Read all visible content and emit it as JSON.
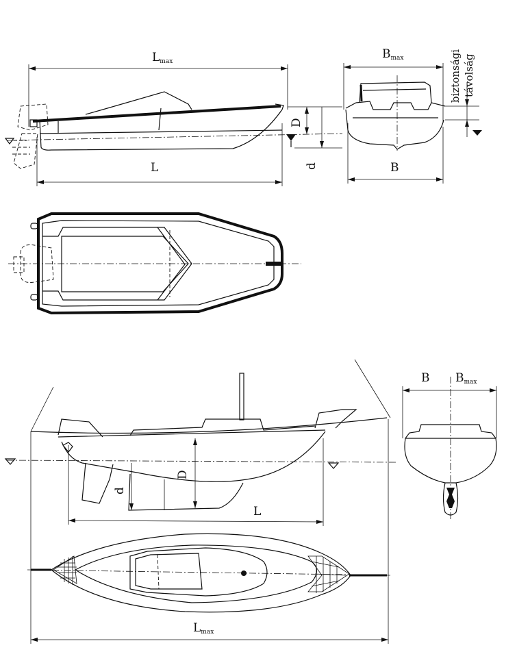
{
  "labels": {
    "motorboat": {
      "lmax": "L",
      "lmax_sub": "max",
      "l": "L",
      "bmax": "B",
      "bmax_sub": "max",
      "b": "B",
      "d_upper": "D",
      "d_lower": "d",
      "biztonsagi": "biztonsági",
      "tavolsag": "távolság"
    },
    "sailboat": {
      "b": "B",
      "bmax": "B",
      "bmax_sub": "max",
      "d_upper": "D",
      "d_lower": "d",
      "l": "L",
      "lmax": "L",
      "lmax_sub": "max"
    }
  }
}
